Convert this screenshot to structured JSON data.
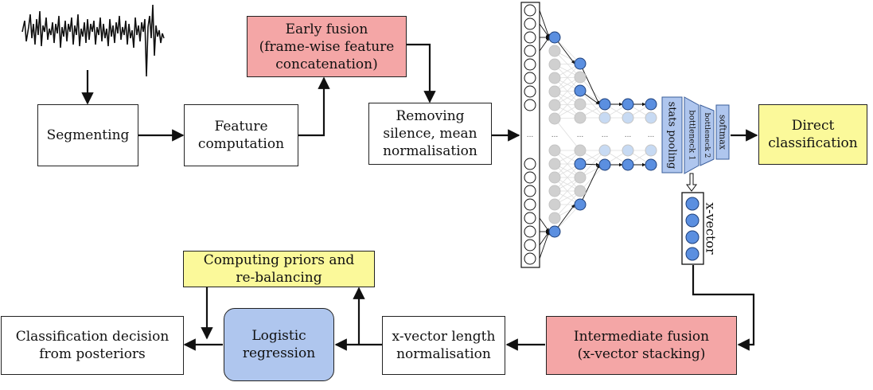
{
  "boxes": {
    "segmenting": {
      "lines": [
        "Segmenting"
      ]
    },
    "feature": {
      "lines": [
        "Feature",
        "computation"
      ]
    },
    "early": {
      "lines": [
        "Early fusion",
        "(frame-wise feature",
        "concatenation)"
      ]
    },
    "removing": {
      "lines": [
        "Removing",
        "silence, mean",
        "normalisation"
      ]
    },
    "direct": {
      "lines": [
        "Direct",
        "classification"
      ]
    },
    "priors": {
      "lines": [
        "Computing priors and",
        "re-balancing"
      ]
    },
    "decision": {
      "lines": [
        "Classification decision",
        "from posteriors"
      ]
    },
    "logistic": {
      "lines": [
        "Logistic",
        "regression"
      ]
    },
    "lengthnorm": {
      "lines": [
        "x-vector length",
        "normalisation"
      ]
    },
    "intermediate": {
      "lines": [
        "Intermediate fusion",
        "(x-vector stacking)"
      ]
    }
  },
  "network": {
    "stats_pooling": "stats pooling",
    "bottleneck1": "bottleneck 1",
    "bottleneck2": "bottleneck 2",
    "softmax": "softmax",
    "xvector": "x-vector",
    "ellipsis": "..."
  },
  "colors": {
    "pink": "#f4a6a6",
    "yellow": "#fbf99a",
    "blue_box": "#afc6ee",
    "node_blue": "#5b8fe0",
    "node_grey": "#d0d0d0",
    "node_lightblue": "#c7daf3"
  }
}
